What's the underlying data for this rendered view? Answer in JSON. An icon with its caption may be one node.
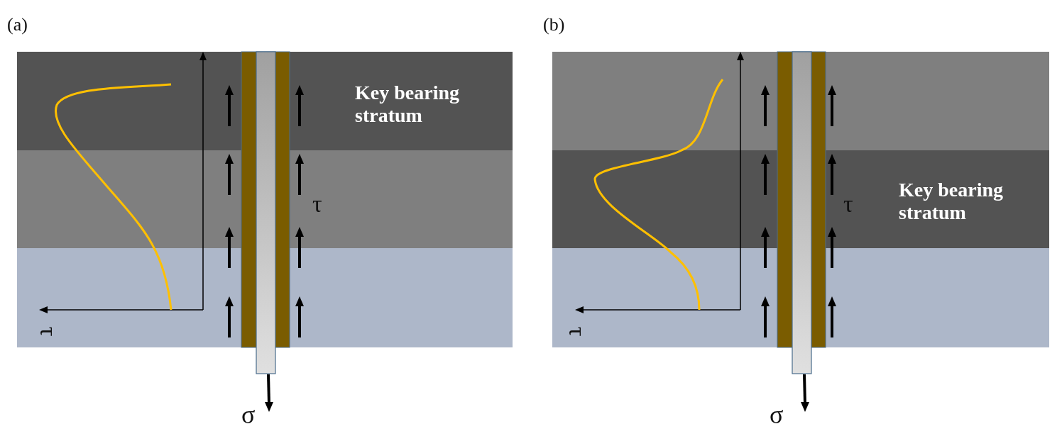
{
  "diagram": {
    "labels": [
      "(a)",
      "Key bearing stratum",
      "τ",
      "τ",
      "σ",
      "(b)",
      "Key bearing stratum",
      "τ",
      "τ",
      "σ"
    ]
  }
}
